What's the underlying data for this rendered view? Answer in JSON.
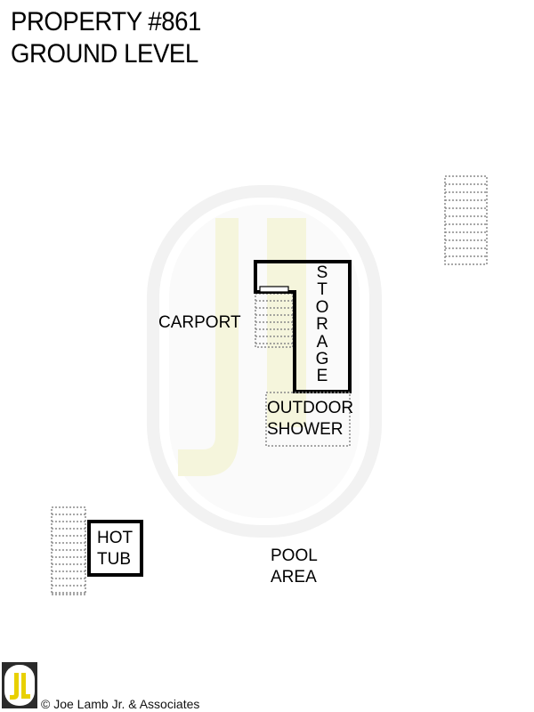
{
  "header": {
    "line1": "PROPERTY #861",
    "line2": "GROUND LEVEL"
  },
  "rooms": {
    "carport": "CARPORT",
    "storage_letters": [
      "S",
      "T",
      "O",
      "R",
      "A",
      "G",
      "E"
    ],
    "outdoor_shower": [
      "OUTDOOR",
      "SHOWER"
    ],
    "hot_tub": [
      "HOT",
      "TUB"
    ],
    "pool_area": [
      "POOL",
      "AREA"
    ]
  },
  "footer": {
    "copyright": "© Joe Lamb Jr. & Associates",
    "logo_text": "JL"
  },
  "colors": {
    "wall": "#000000",
    "stair": "#8a8a8a",
    "watermark": "#f4f4df",
    "logo_bg": "#2b2b2b",
    "logo_accent": "#e8d000"
  }
}
